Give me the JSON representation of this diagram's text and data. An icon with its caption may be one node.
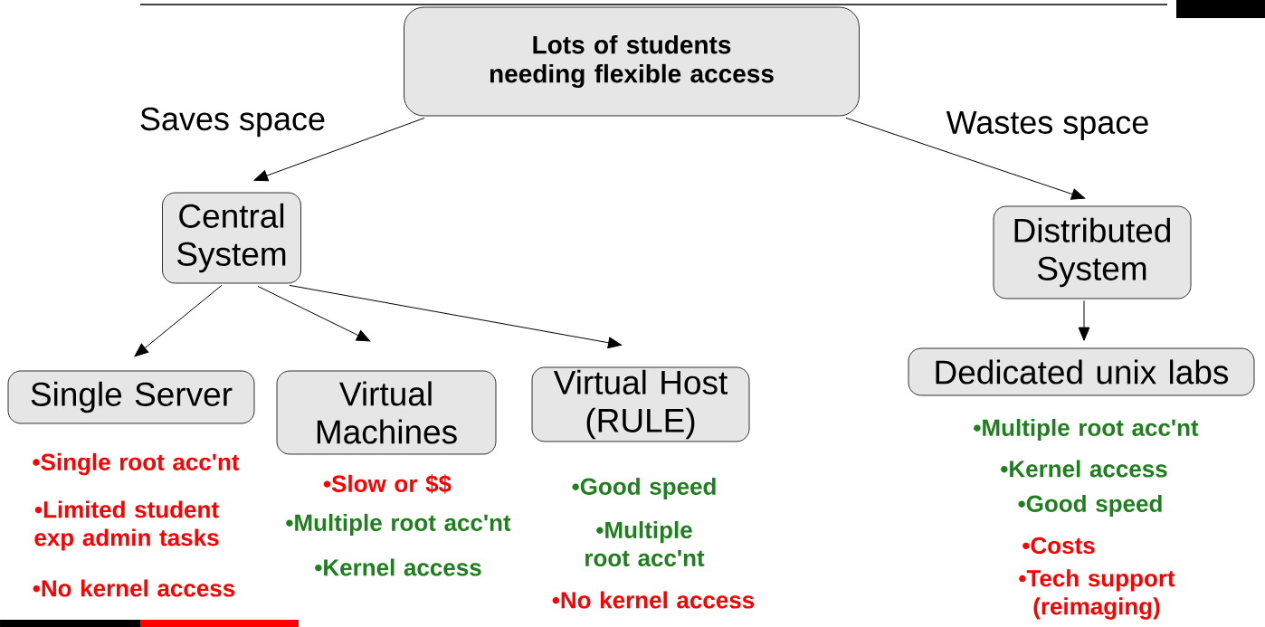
{
  "diagram": {
    "nodes": [
      {
        "text": [
          "Lots of students needing flexible access"
        ]
      },
      {
        "text": [
          "Central System"
        ]
      },
      {
        "text": [
          "Distributed System"
        ]
      },
      {
        "text": [
          "Single Server"
        ],
        "beside": [
          "•Single root acc'nt",
          "•Limited student exp admin tasks",
          "•No kernel access"
        ]
      },
      {
        "text": [
          "Virtual Machines"
        ],
        "beside": [
          "•Slow or $$",
          "•Multiple root acc'nt",
          "•Kernel access"
        ]
      },
      {
        "text": [
          "Virtual Host (RULE)"
        ],
        "beside": [
          "•Good speed",
          "•Multiple root acc'nt",
          "•No kernel access"
        ]
      },
      {
        "text": [
          "Dedicated unix labs"
        ],
        "beside": [
          "•Multiple root acc'nt",
          "•Kernel access",
          "•Good speed",
          "•Costs",
          "•Tech support (reimaging)"
        ]
      }
    ],
    "edges": [
      {
        "from": 0,
        "to": 1,
        "arrow": "to",
        "label": "Saves space"
      },
      {
        "from": 0,
        "to": 2,
        "arrow": "to",
        "label": "Wastes space"
      },
      {
        "from": 1,
        "to": 3,
        "arrow": "to"
      },
      {
        "from": 1,
        "to": 4,
        "arrow": "to"
      },
      {
        "from": 1,
        "to": 5,
        "arrow": "to"
      },
      {
        "from": 2,
        "to": 6,
        "arrow": "to"
      }
    ]
  }
}
